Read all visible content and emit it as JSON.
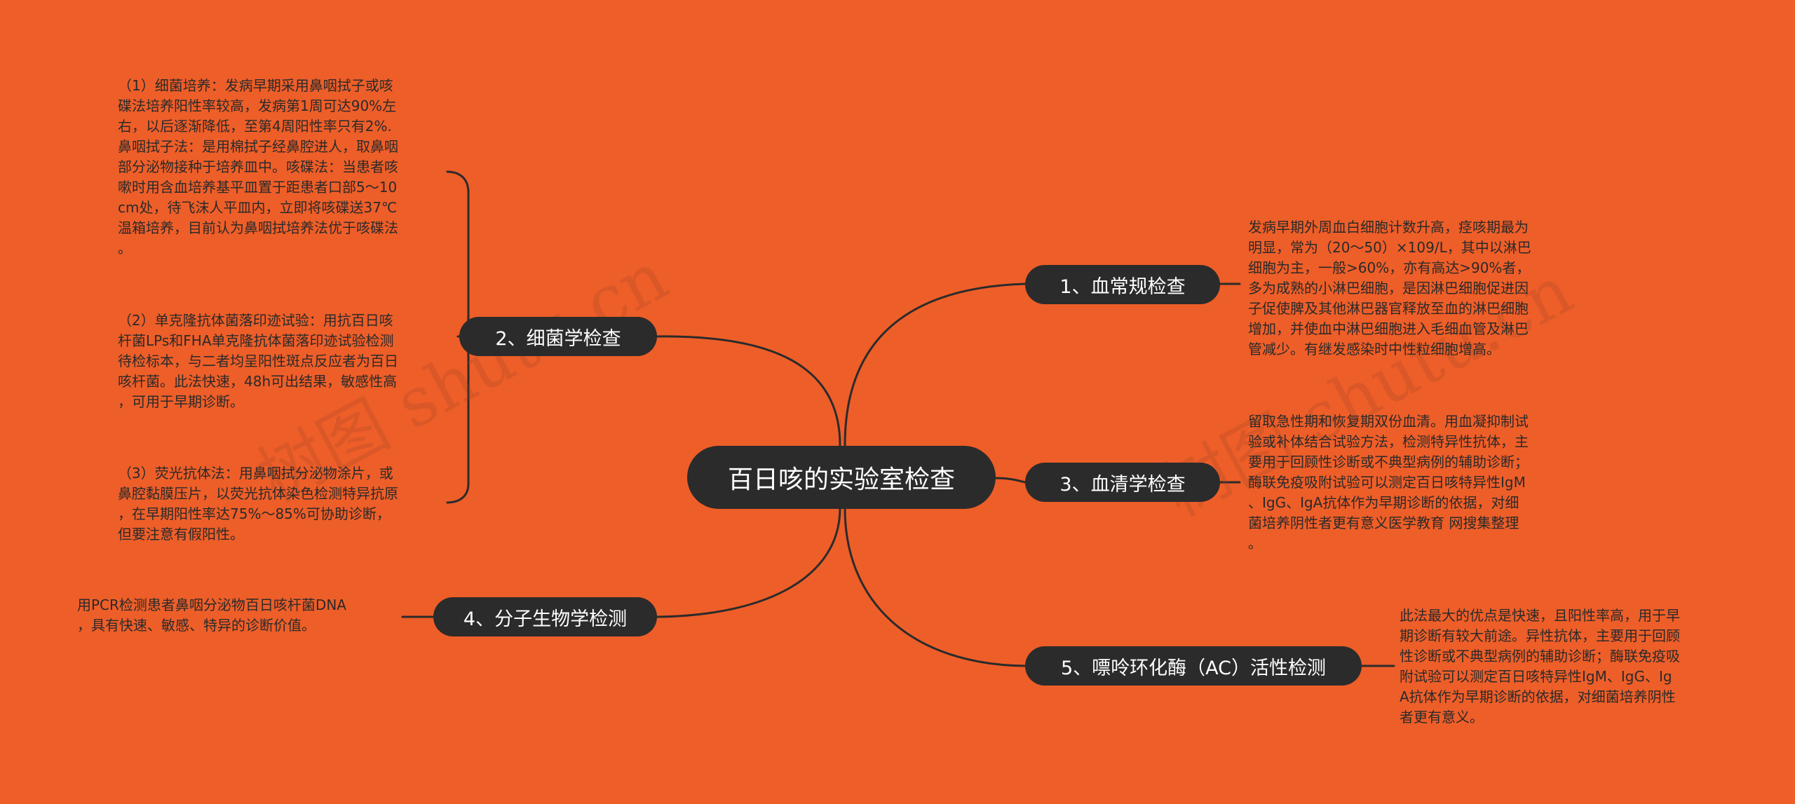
{
  "root": {
    "label": "百日咳的实验室检查"
  },
  "branches": {
    "b1": {
      "label": "1、血常规检查"
    },
    "b2": {
      "label": "2、细菌学检查"
    },
    "b3": {
      "label": "3、血清学检查"
    },
    "b4": {
      "label": "4、分子生物学检测"
    },
    "b5": {
      "label": "5、嘌呤环化酶（AC）活性检测"
    }
  },
  "notes": {
    "n1": "发病早期外周血白细胞计数升高，痉咳期最为\n明显，常为（20～50）×109/L，其中以淋巴\n细胞为主，一般>60%，亦有高达>90%者，\n多为成熟的小淋巴细胞，是因淋巴细胞促进因\n子促使脾及其他淋巴器官释放至血的淋巴细胞\n增加，并使血中淋巴细胞进入毛细血管及淋巴\n管减少。有继发感染时中性粒细胞增高。",
    "n2a": "（1）细菌培养：发病早期采用鼻咽拭子或咳\n碟法培养阳性率较高，发病第1周可达90%左\n右，以后逐渐降低，至第4周阳性率只有2%.\n鼻咽拭子法：是用棉拭子经鼻腔进人，取鼻咽\n部分泌物接种于培养皿中。咳碟法：当患者咳\n嗽时用含血培养基平皿置于距患者口部5～10\ncm处，待飞沫人平皿内，立即将咳碟送37℃\n温箱培养，目前认为鼻咽拭培养法优于咳碟法\n。",
    "n2b": "（2）单克隆抗体菌落印迹试验：用抗百日咳\n杆菌LPs和FHA单克隆抗体菌落印迹试验检测\n待检标本，与二者均呈阳性斑点反应者为百日\n咳杆菌。此法快速，48h可出结果，敏感性高\n，可用于早期诊断。",
    "n2c": "（3）荧光抗体法：用鼻咽拭分泌物涂片，或\n鼻腔黏膜压片，以荧光抗体染色检测特异抗原\n，在早期阳性率达75%～85%可协助诊断，\n但要注意有假阳性。",
    "n3": "留取急性期和恢复期双份血清。用血凝抑制试\n验或补体结合试验方法，检测特异性抗体，主\n要用于回顾性诊断或不典型病例的辅助诊断；\n酶联免疫吸附试验可以测定百日咳特异性IgM\n、IgG、IgA抗体作为早期诊断的依据，对细\n菌培养阴性者更有意义医学教育 网搜集整理\n。",
    "n4": "用PCR检测患者鼻咽分泌物百日咳杆菌DNA\n，具有快速、敏感、特异的诊断价值。",
    "n5": "此法最大的优点是快速，且阳性率高，用于早\n期诊断有较大前途。异性抗体，主要用于回顾\n性诊断或不典型病例的辅助诊断；酶联免疫吸\n附试验可以测定百日咳特异性IgM、IgG、Ig\nA抗体作为早期诊断的依据，对细菌培养阴性\n者更有意义。"
  },
  "watermark": {
    "text_left": "树图 shutu.cn",
    "text_right": "树图 shutu.cn"
  },
  "colors": {
    "background": "#EE5E28",
    "node": "#2B2B2B",
    "line": "#2B2B2B"
  }
}
